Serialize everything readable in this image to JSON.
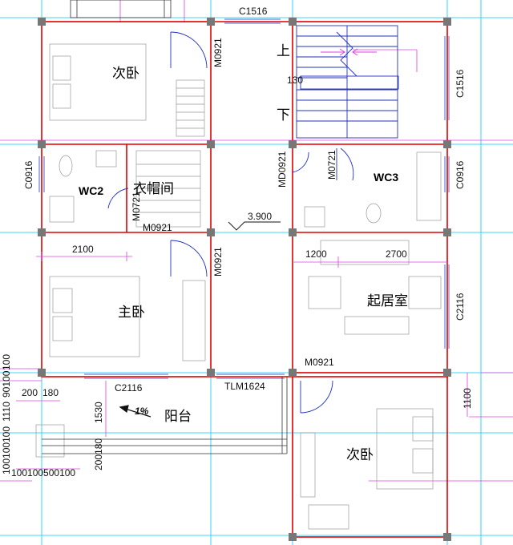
{
  "rooms": {
    "bedroom_top_left": "次卧",
    "wc2": "WC2",
    "closet": "衣帽间",
    "wc3": "WC3",
    "master_bedroom": "主卧",
    "living_room": "起居室",
    "balcony": "阳台",
    "bedroom_bottom_right": "次卧"
  },
  "stairs": {
    "up": "上",
    "down": "下",
    "tread_dim": "130"
  },
  "labels": {
    "c1516_top": "C1516",
    "c1516_right": "C1516",
    "m0921_top": "M0921",
    "m0921_mid": "M0921",
    "m0921_bottom": "M0921",
    "c0916_left": "C0916",
    "c0916_right": "C0916",
    "md0921": "MD0921",
    "m0721_left": "M0721",
    "m0721_right": "M0721",
    "m0921_closet": "M0921",
    "elevation": "3.900",
    "c2116_right": "C2116",
    "c2116_bottom": "C2116",
    "tlm1624": "TLM1624",
    "slope": "1%"
  },
  "dimensions": {
    "d2100": "2100",
    "d1200": "1200",
    "d2700": "2700",
    "d200": "200",
    "d180": "180",
    "d1530": "1530",
    "d200180": "200180",
    "d1100": "1100",
    "bottom_run": "100100500100",
    "left_stack_top": "100",
    "left_stack_1": "90100",
    "left_stack_2": "1110",
    "left_stack_3": "100",
    "left_stack_4": "100100"
  }
}
